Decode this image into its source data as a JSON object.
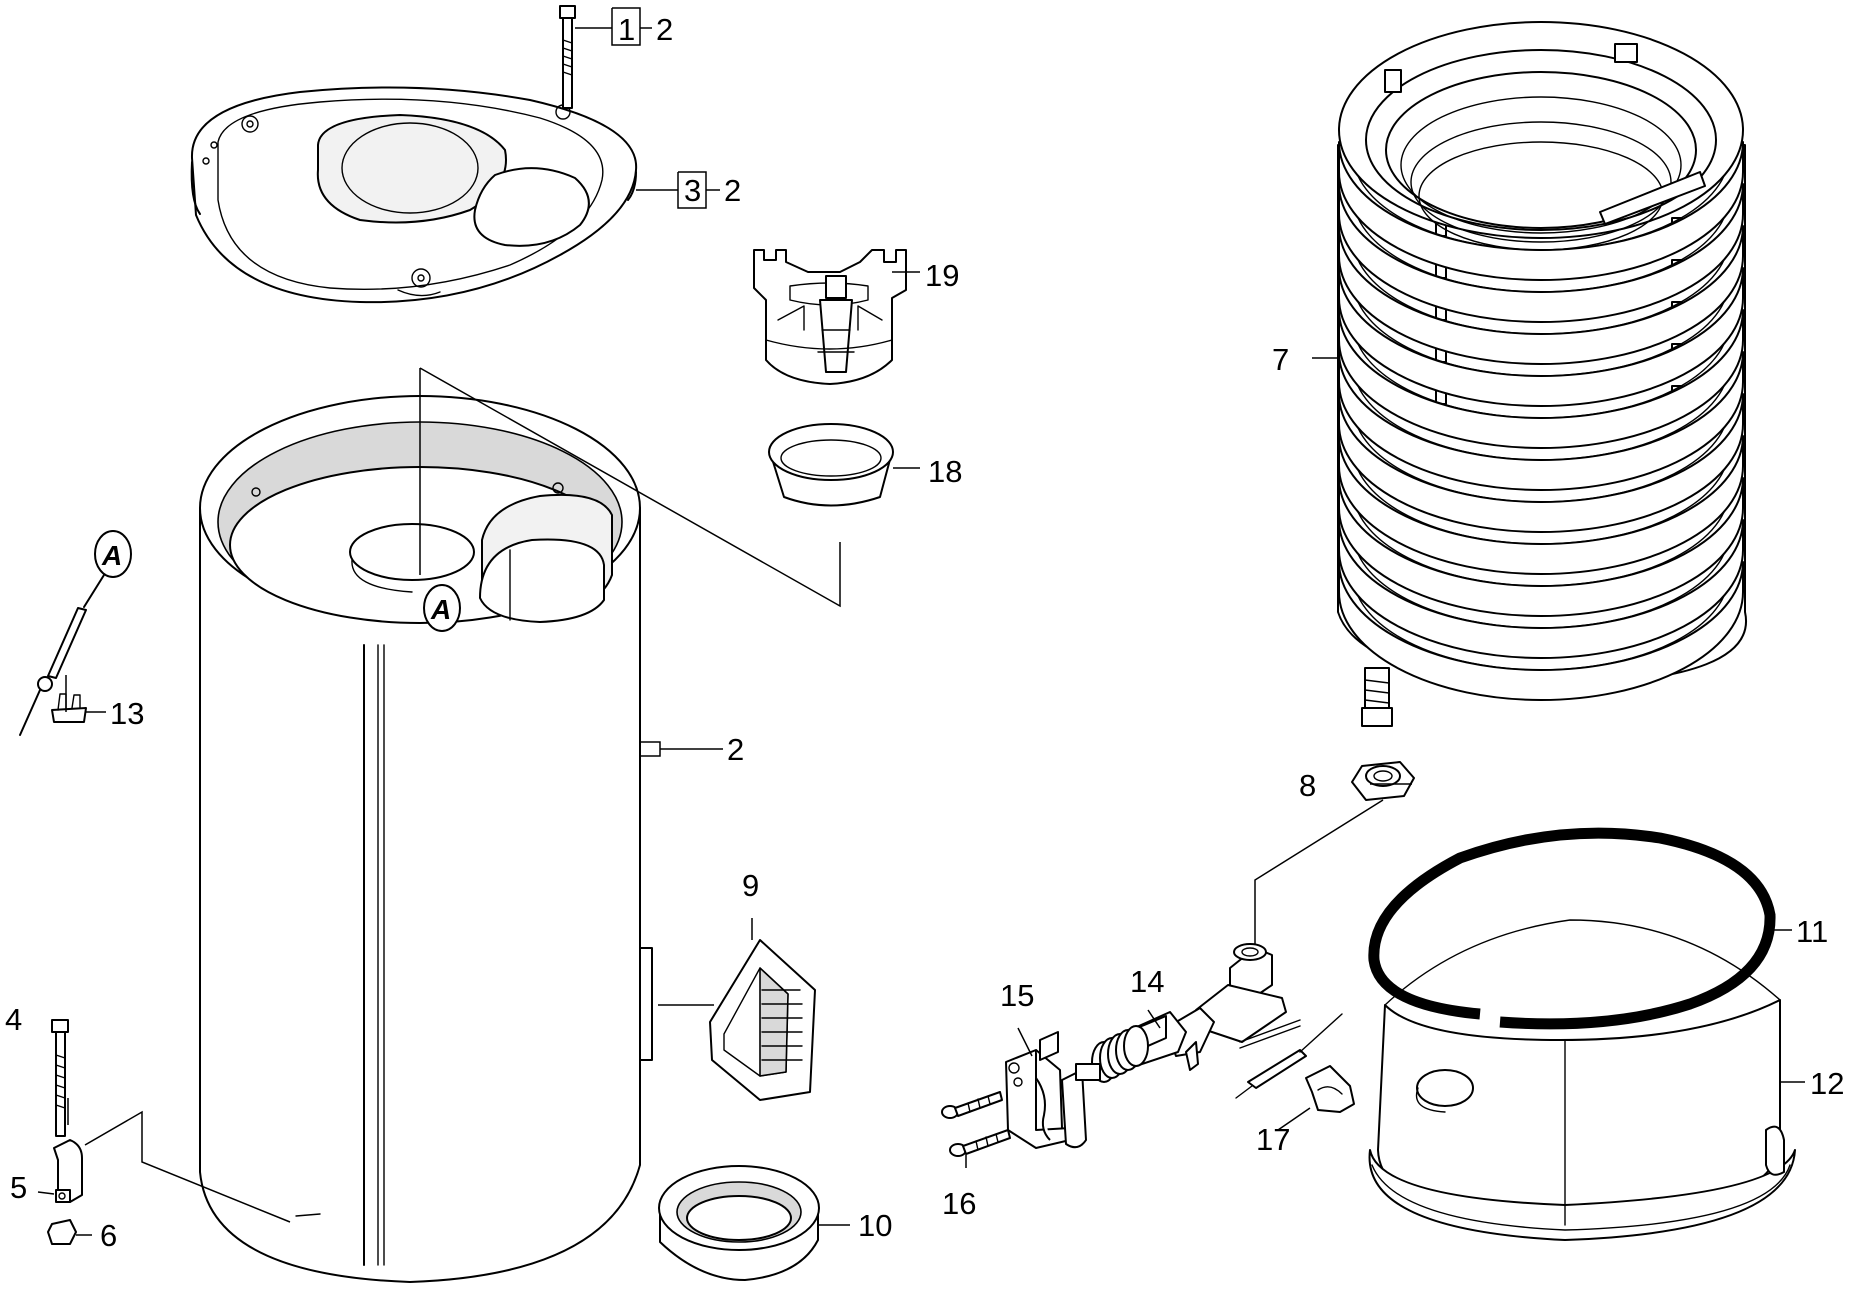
{
  "labels": {
    "n1": "1",
    "n2": "2",
    "n3": "3",
    "n4": "4",
    "n5": "5",
    "n6": "6",
    "n7": "7",
    "n8": "8",
    "n9": "9",
    "n10": "10",
    "n11": "11",
    "n12": "12",
    "n13": "13",
    "n14": "14",
    "n15": "15",
    "n16": "16",
    "n17": "17",
    "n18": "18",
    "n19": "19"
  },
  "markers": {
    "a": "A"
  }
}
